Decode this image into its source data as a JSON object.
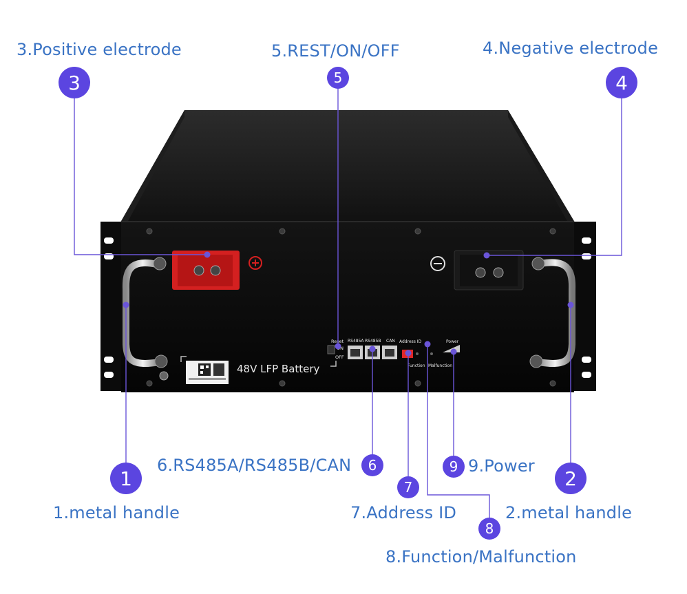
{
  "callouts": {
    "c1": {
      "num": "1",
      "label": "1.metal handle"
    },
    "c2": {
      "num": "2",
      "label": "2.metal handle"
    },
    "c3": {
      "num": "3",
      "label": "3.Positive electrode"
    },
    "c4": {
      "num": "4",
      "label": "4.Negative electrode"
    },
    "c5": {
      "num": "5",
      "label": "5.REST/ON/OFF"
    },
    "c6": {
      "num": "6",
      "label": "6.RS485A/RS485B/CAN"
    },
    "c7": {
      "num": "7",
      "label": "7.Address ID"
    },
    "c8": {
      "num": "8",
      "label": "8.Function/Malfunction"
    },
    "c9": {
      "num": "9",
      "label": "9.Power"
    }
  },
  "panel": {
    "product_label": "48V LFP Battery",
    "reset": "Reset",
    "on": "ON",
    "off": "OFF",
    "rs485a": "RS485A",
    "rs485b": "RS485B",
    "can": "CAN",
    "address_id": "Address ID",
    "function": "Function",
    "malfunction": "Malfunction",
    "power": "Power"
  },
  "colors": {
    "badge": "#5b45e0",
    "label_text": "#3a73c4",
    "leader": "#6a55d8",
    "positive_terminal": "#d42020",
    "negative_terminal": "#1a1a1a"
  }
}
